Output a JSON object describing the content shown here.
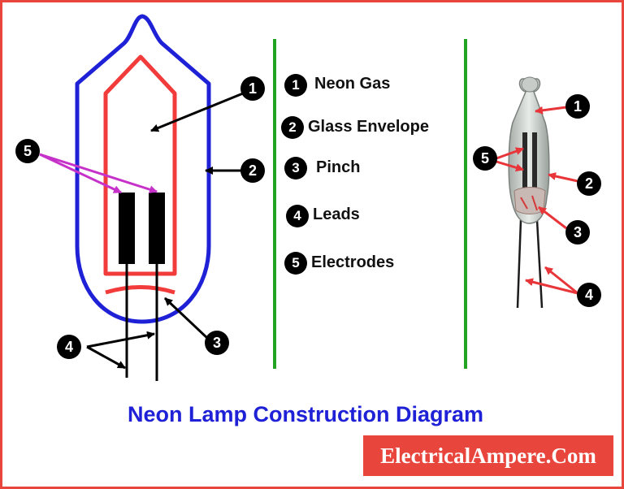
{
  "legend": [
    {
      "number": "1",
      "label": "Neon Gas"
    },
    {
      "number": "2",
      "label": "Glass Envelope"
    },
    {
      "number": "3",
      "label": "Pinch"
    },
    {
      "number": "4",
      "label": "Leads"
    },
    {
      "number": "5",
      "label": "Electrodes"
    }
  ],
  "diagram_callouts": [
    "1",
    "2",
    "3",
    "4",
    "5"
  ],
  "photo_callouts": [
    "1",
    "2",
    "3",
    "4",
    "5"
  ],
  "title": "Neon Lamp Construction Diagram",
  "brand": "ElectricalAmpere.Com",
  "colors": {
    "glass_outline": "#1f21d6",
    "inner_outline": "#f23b3b",
    "electrode_pointer": "#c531c9",
    "photo_arrow": "#e8353a",
    "divider": "#22a322",
    "title": "#1f21d6",
    "brand_background": "#e8453c",
    "frame_border": "#e8453c"
  }
}
